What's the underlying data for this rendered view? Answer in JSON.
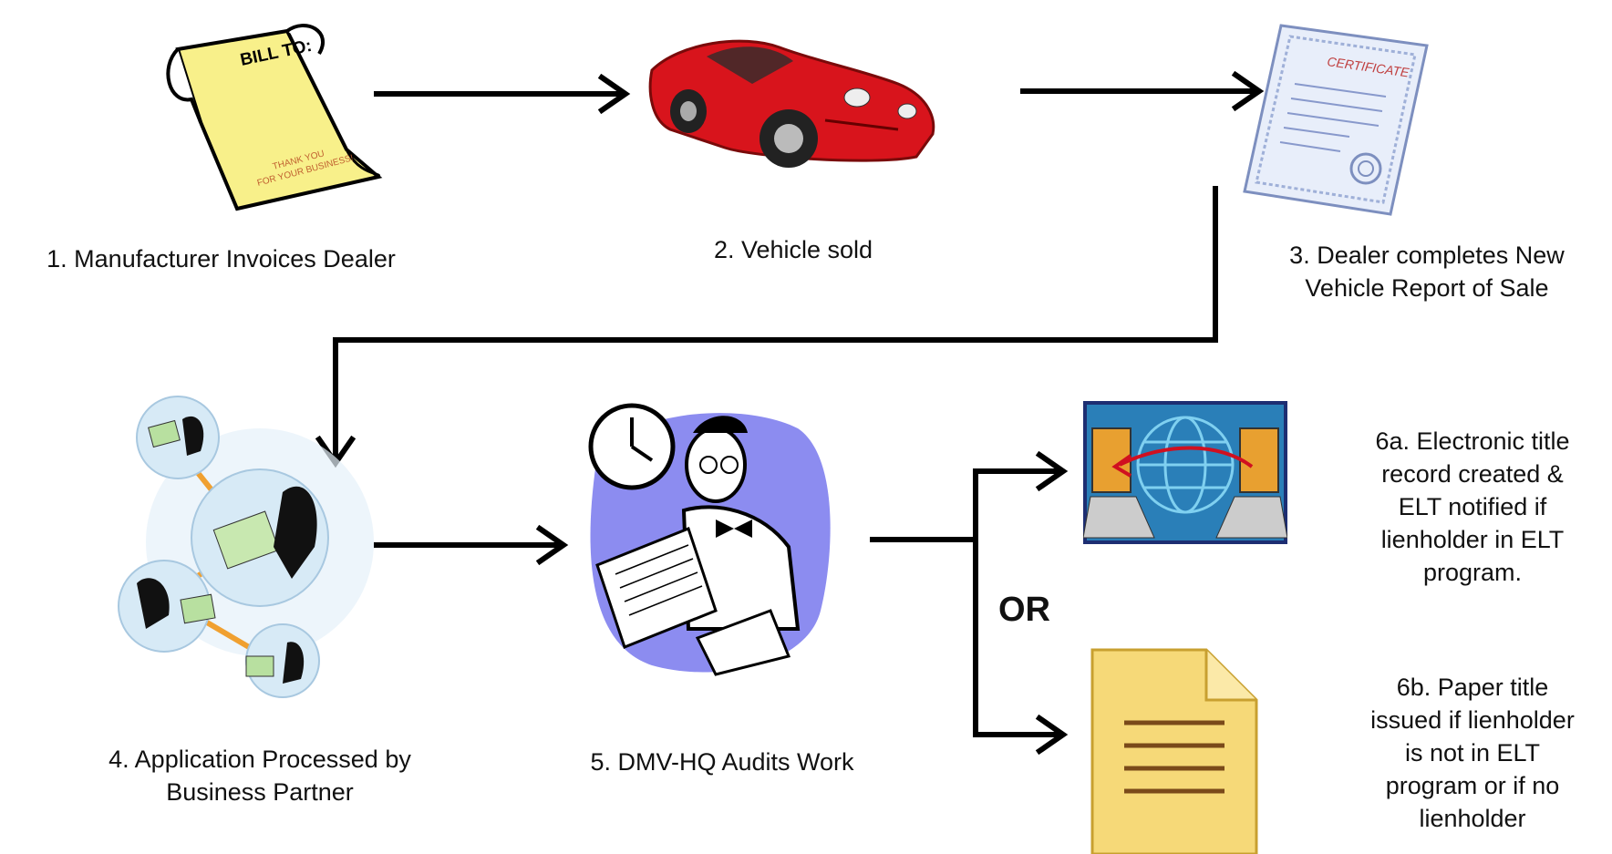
{
  "steps": {
    "s1": "1. Manufacturer Invoices Dealer",
    "s2": "2. Vehicle sold",
    "s3_line1": "3. Dealer completes New",
    "s3_line2": "Vehicle Report of Sale",
    "s4_line1": "4. Application Processed by",
    "s4_line2": "Business Partner",
    "s5": "5. DMV-HQ Audits Work",
    "s6a_lines": [
      "6a. Electronic title",
      "record created &",
      "ELT notified if",
      "lienholder in ELT",
      "program."
    ],
    "s6b_lines": [
      "6b. Paper title",
      "issued if lienholder",
      "is not in ELT",
      "program or if no",
      "lienholder"
    ]
  },
  "or_label": "OR",
  "invoice": {
    "header": "BILL TO:",
    "footer_line1": "THANK YOU",
    "footer_line2": "FOR YOUR BUSINESS!"
  },
  "certificate": {
    "header": "CERTIFICATE"
  },
  "colors": {
    "arrow": "#000000",
    "invoice_paper": "#f8f08a",
    "car_body": "#d8141c",
    "certificate_border": "#7d8fbf",
    "auditor_bg": "#8c8cf0",
    "network_bubble": "#d7eaf6",
    "elt_frame": "#1d2e72",
    "paper_title": "#f6d978"
  },
  "icons": [
    "invoice-icon",
    "red-car-icon",
    "certificate-icon",
    "business-network-icon",
    "auditor-clerk-icon",
    "electronic-transfer-icon",
    "paper-document-icon"
  ]
}
